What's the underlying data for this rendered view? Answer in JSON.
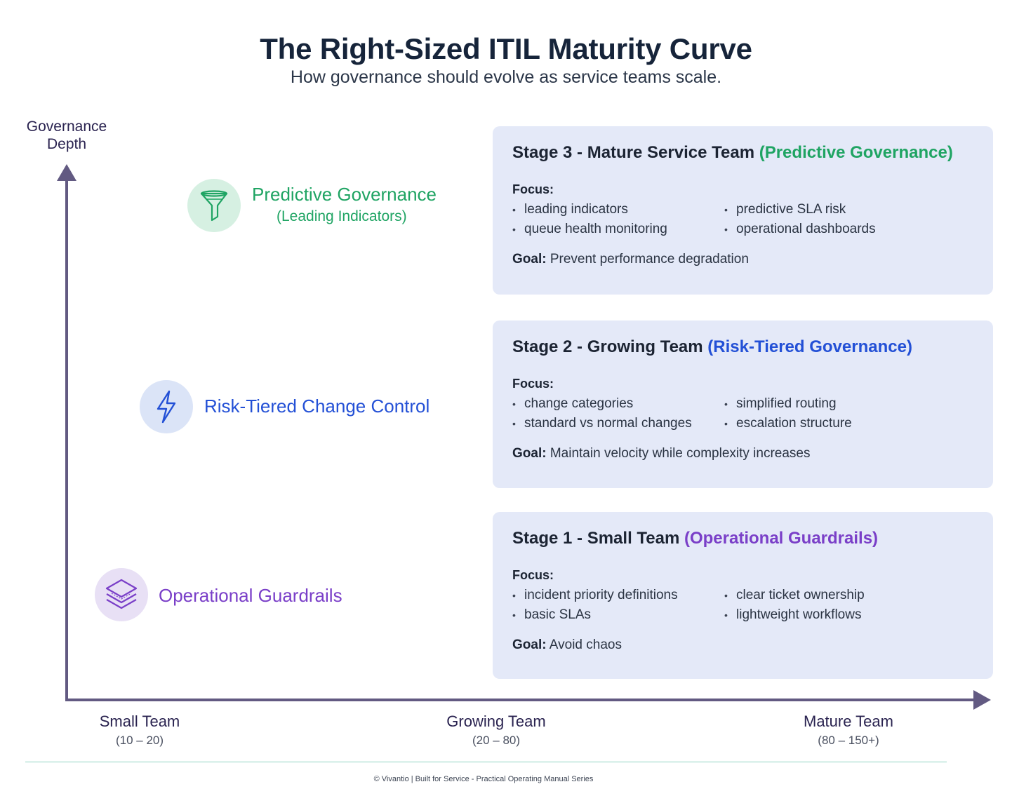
{
  "title": "The Right-Sized ITIL Maturity Curve",
  "subtitle": "How governance should evolve as service teams scale.",
  "y_axis_label": "Governance Depth",
  "x_axis_ticks": [
    {
      "name": "Small Team",
      "range": "(10 – 20)"
    },
    {
      "name": "Growing Team",
      "range": "(20 – 80)"
    },
    {
      "name": "Mature Team",
      "range": "(80 – 150+)"
    }
  ],
  "markers": [
    {
      "label": "Predictive Governance",
      "sublabel": "(Leading Indicators)",
      "icon": "funnel-icon",
      "color": "#1fa463"
    },
    {
      "label": "Risk-Tiered Change Control",
      "icon": "lightning-icon",
      "color": "#2350d6"
    },
    {
      "label": "Operational Guardrails",
      "icon": "layers-icon",
      "color": "#7a3fc8"
    }
  ],
  "stages": [
    {
      "title": "Stage 3 - Mature Service Team",
      "subtitle": "(Predictive Governance)",
      "color": "#1fa463",
      "focus_label": "Focus:",
      "focus_left": [
        "leading indicators",
        "queue health monitoring"
      ],
      "focus_right": [
        "predictive SLA risk",
        "operational dashboards"
      ],
      "goal_label": "Goal:",
      "goal": "Prevent performance degradation"
    },
    {
      "title": "Stage 2 - Growing Team",
      "subtitle": "(Risk-Tiered Governance)",
      "color": "#2350d6",
      "focus_label": "Focus:",
      "focus_left": [
        "change categories",
        "standard vs normal changes"
      ],
      "focus_right": [
        "simplified routing",
        "escalation structure"
      ],
      "goal_label": "Goal:",
      "goal": "Maintain velocity while complexity increases"
    },
    {
      "title": "Stage 1 - Small Team",
      "subtitle": "(Operational Guardrails)",
      "color": "#7a3fc8",
      "focus_label": "Focus:",
      "focus_left": [
        "incident priority definitions",
        "basic SLAs"
      ],
      "focus_right": [
        "clear ticket ownership",
        "lightweight workflows"
      ],
      "goal_label": "Goal:",
      "goal": "Avoid chaos"
    }
  ],
  "footer": "© Vivantio | Built for Service - Practical Operating Manual Series",
  "axis_color": "#625a82"
}
